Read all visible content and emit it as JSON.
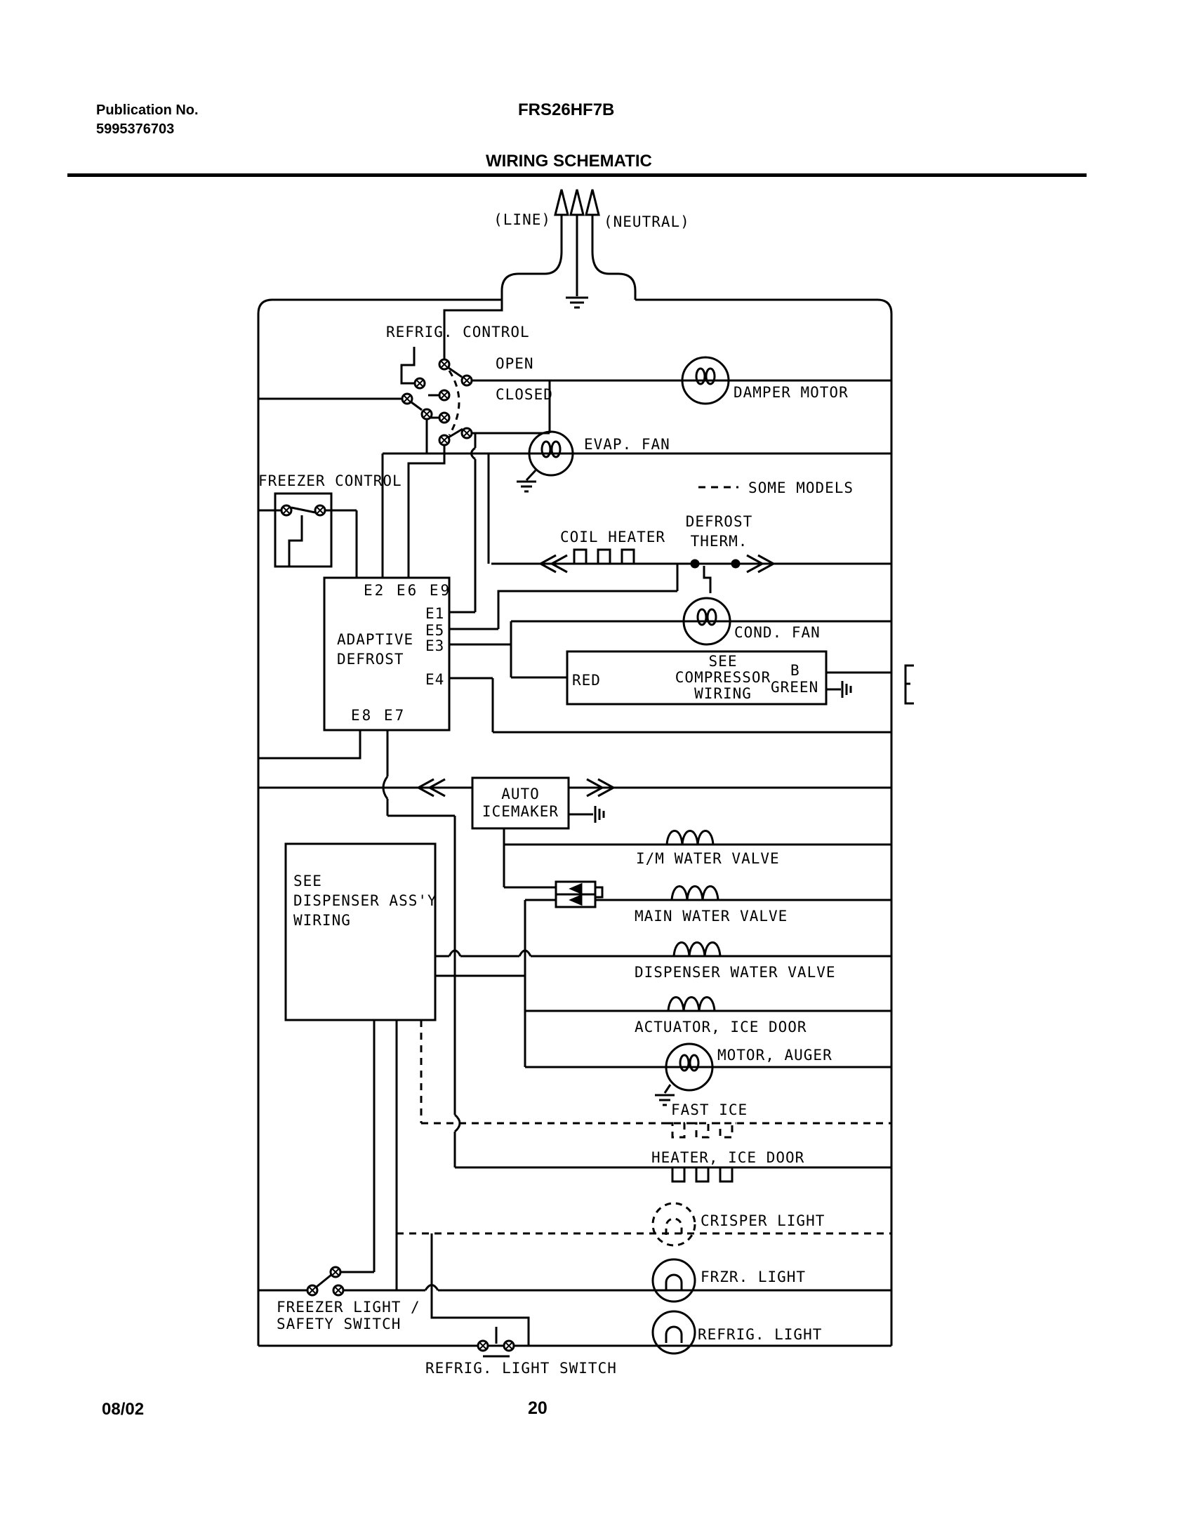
{
  "header": {
    "publication": "Publication No.\n5995376703",
    "model": "FRS26HF7B",
    "title": "WIRING SCHEMATIC"
  },
  "footer": {
    "date": "08/02",
    "page": "20"
  },
  "labels": {
    "line": "(LINE)",
    "neutral": "(NEUTRAL)",
    "refrig_control": "REFRIG. CONTROL",
    "open": "OPEN",
    "closed": "CLOSED",
    "damper_motor": "DAMPER MOTOR",
    "evap_fan": "EVAP. FAN",
    "some_models": "SOME MODELS",
    "freezer_control": "FREEZER CONTROL",
    "coil_heater": "COIL HEATER",
    "defrost_therm": "DEFROST\nTHERM.",
    "adaptive_defrost": "ADAPTIVE\nDEFROST",
    "e_top": "E2 E6 E9",
    "e1": "E1",
    "e5": "E5",
    "e3": "E3",
    "e4": "E4",
    "e_bottom": "E8 E7",
    "cond_fan": "COND. FAN",
    "see_compressor": "SEE\nCOMPRESSOR\nWIRING",
    "red": "RED",
    "b": "B",
    "green": "GREEN",
    "auto_icemaker": "AUTO\nICEMAKER",
    "im_water_valve": "I/M WATER VALVE",
    "main_water_valve": "MAIN WATER VALVE",
    "dispenser_water_valve": "DISPENSER WATER VALVE",
    "actuator_ice_door": "ACTUATOR, ICE DOOR",
    "motor_auger": "MOTOR, AUGER",
    "fast_ice": "FAST ICE",
    "heater_ice_door": "HEATER, ICE DOOR",
    "crisper_light": "CRISPER LIGHT",
    "frzr_light": "FRZR. LIGHT",
    "refrig_light": "REFRIG. LIGHT",
    "see_dispenser": "SEE\nDISPENSER ASS'Y\nWIRING",
    "freezer_light_safety_switch": "FREEZER LIGHT /\nSAFETY SWITCH",
    "refrig_light_switch": "REFRIG. LIGHT SWITCH"
  },
  "colors": {
    "ink": "#000000",
    "paper": "#ffffff"
  }
}
